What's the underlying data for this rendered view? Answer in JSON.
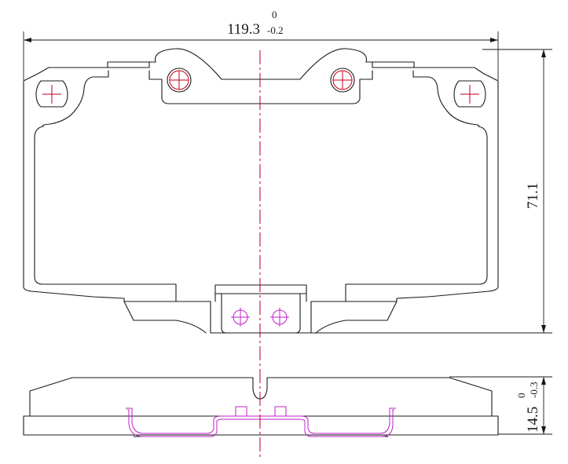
{
  "dimensions": {
    "width": {
      "nominal": "119.3",
      "upper": "0",
      "lower": "-0.2"
    },
    "height": {
      "nominal": "71.1"
    },
    "thickness": {
      "nominal": "14.5",
      "upper": "0",
      "lower": "-0.3"
    }
  },
  "colors": {
    "outline": "#1a1a1a",
    "centerline": "#b4001e",
    "hole_marks": "#c0001a",
    "shim": "#c020c8"
  }
}
